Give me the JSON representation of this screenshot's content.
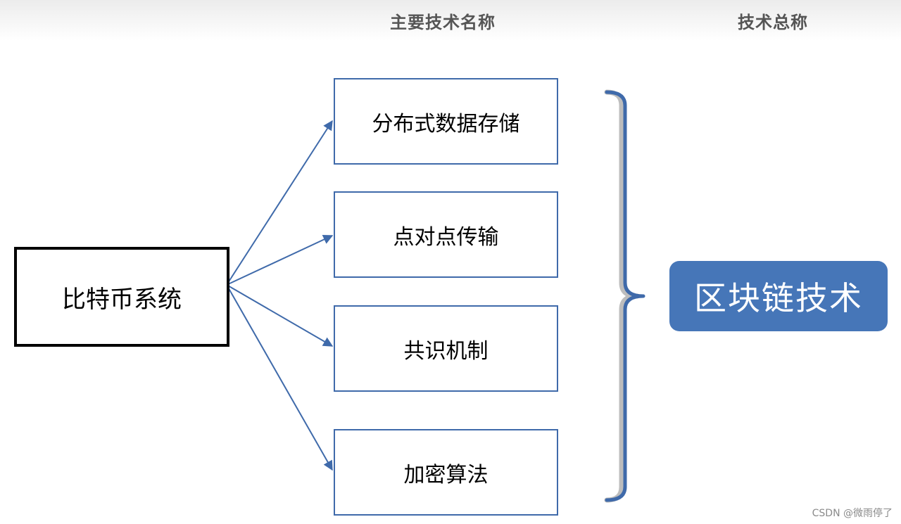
{
  "headers": {
    "main_tech": "主要技术名称",
    "tech_total": "技术总称"
  },
  "source": {
    "label": "比特币系统"
  },
  "technologies": [
    {
      "label": "分布式数据存储"
    },
    {
      "label": "点对点传输"
    },
    {
      "label": "共识机制"
    },
    {
      "label": "加密算法"
    }
  ],
  "result": {
    "label": "区块链技术"
  },
  "watermark": "CSDN @微雨停了",
  "colors": {
    "arrow": "#3f6aaa",
    "tech_border": "#3f6aaa",
    "result_fill": "#4676b8",
    "brace_blue": "#3f6aaa",
    "brace_gray": "#bdbdbd",
    "header_text": "#555555"
  }
}
